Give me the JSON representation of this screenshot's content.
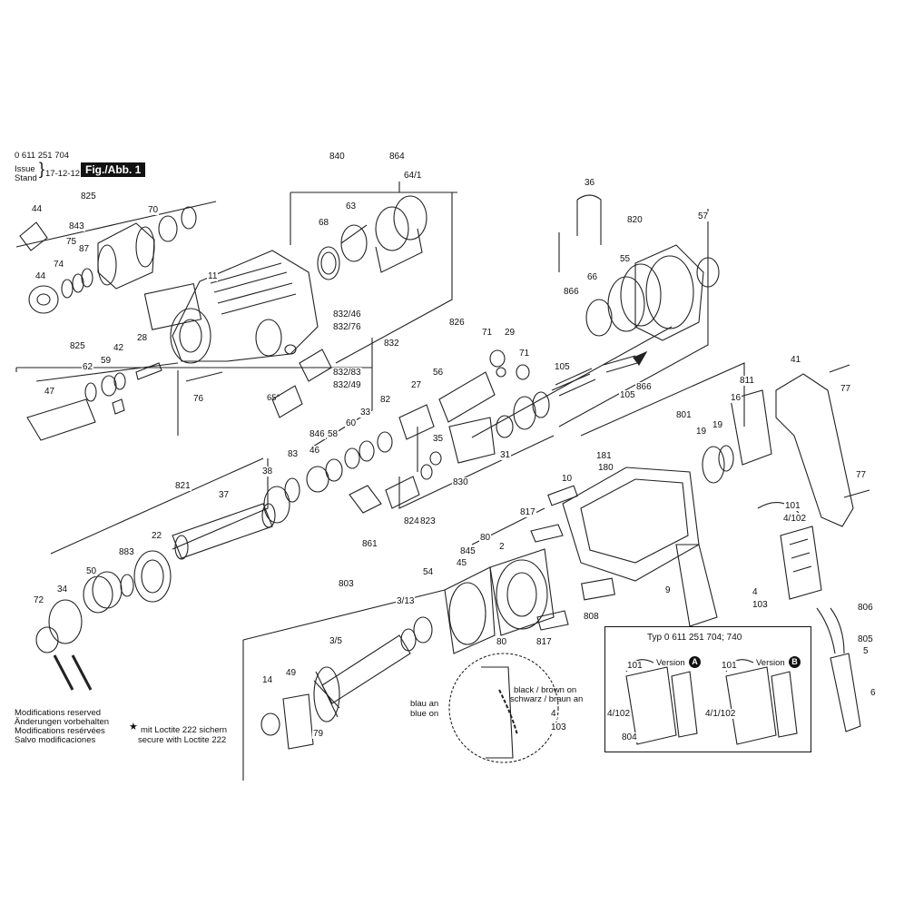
{
  "header": {
    "doc_number": "0 611 251 704",
    "issue_label": "Issue",
    "stand_label": "Stand",
    "issue_date": "17-12-12",
    "fig_label": "Fig./Abb. 1"
  },
  "notes": {
    "modifications": [
      "Modifications reserved",
      "Änderungen vorbehalten",
      "Modifications resérvées",
      "Salvo modificaciones"
    ],
    "loctite_star": "★",
    "loctite_de": "mit Loctite 222 sichern",
    "loctite_en": "secure with Loctite 222"
  },
  "wiring": {
    "blue_de": "blau an",
    "blue_en": "blue on",
    "black_brown_en": "black / brown on",
    "black_brown_de": "schwarz / braun an",
    "angle": "65°"
  },
  "variants": {
    "title": "Typ 0 611 251 704; 740",
    "version_a": "Version",
    "version_a_letter": "A",
    "version_b": "Version",
    "version_b_letter": "B"
  },
  "part_labels": [
    {
      "text": "44"
    },
    {
      "text": "825"
    },
    {
      "text": "843"
    },
    {
      "text": "70"
    },
    {
      "text": "75"
    },
    {
      "text": "87"
    },
    {
      "text": "44"
    },
    {
      "text": "74"
    },
    {
      "text": "840"
    },
    {
      "text": "864"
    },
    {
      "text": "64/1"
    },
    {
      "text": "68"
    },
    {
      "text": "63"
    },
    {
      "text": "11"
    },
    {
      "text": "832/46"
    },
    {
      "text": "832/76"
    },
    {
      "text": "832"
    },
    {
      "text": "832/83"
    },
    {
      "text": "832/49"
    },
    {
      "text": "825"
    },
    {
      "text": "42"
    },
    {
      "text": "28"
    },
    {
      "text": "62"
    },
    {
      "text": "59"
    },
    {
      "text": "47"
    },
    {
      "text": "76"
    },
    {
      "text": "36"
    },
    {
      "text": "820"
    },
    {
      "text": "57"
    },
    {
      "text": "55"
    },
    {
      "text": "66"
    },
    {
      "text": "866"
    },
    {
      "text": "105"
    },
    {
      "text": "105"
    },
    {
      "text": "866"
    },
    {
      "text": "826"
    },
    {
      "text": "71"
    },
    {
      "text": "29"
    },
    {
      "text": "71"
    },
    {
      "text": "27"
    },
    {
      "text": "56"
    },
    {
      "text": "82"
    },
    {
      "text": "33"
    },
    {
      "text": "60"
    },
    {
      "text": "58"
    },
    {
      "text": "846"
    },
    {
      "text": "46"
    },
    {
      "text": "83"
    },
    {
      "text": "38"
    },
    {
      "text": "35"
    },
    {
      "text": "31"
    },
    {
      "text": "830"
    },
    {
      "text": "824"
    },
    {
      "text": "823"
    },
    {
      "text": "861"
    },
    {
      "text": "41"
    },
    {
      "text": "77"
    },
    {
      "text": "811"
    },
    {
      "text": "16"
    },
    {
      "text": "801"
    },
    {
      "text": "19"
    },
    {
      "text": "19"
    },
    {
      "text": "77"
    },
    {
      "text": "181"
    },
    {
      "text": "180"
    },
    {
      "text": "10"
    },
    {
      "text": "101"
    },
    {
      "text": "4/102"
    },
    {
      "text": "103"
    },
    {
      "text": "4"
    },
    {
      "text": "821"
    },
    {
      "text": "37"
    },
    {
      "text": "22"
    },
    {
      "text": "883"
    },
    {
      "text": "50"
    },
    {
      "text": "34"
    },
    {
      "text": "72"
    },
    {
      "text": "817"
    },
    {
      "text": "80"
    },
    {
      "text": "2"
    },
    {
      "text": "845"
    },
    {
      "text": "45"
    },
    {
      "text": "54"
    },
    {
      "text": "80"
    },
    {
      "text": "817"
    },
    {
      "text": "808"
    },
    {
      "text": "9"
    },
    {
      "text": "806"
    },
    {
      "text": "805"
    },
    {
      "text": "5"
    },
    {
      "text": "6"
    },
    {
      "text": "803"
    },
    {
      "text": "3/13"
    },
    {
      "text": "3/5"
    },
    {
      "text": "49"
    },
    {
      "text": "14"
    },
    {
      "text": "79"
    },
    {
      "text": "4"
    },
    {
      "text": "103"
    },
    {
      "text": "101"
    },
    {
      "text": "4/102"
    },
    {
      "text": "804"
    },
    {
      "text": "101"
    },
    {
      "text": "4/1/102"
    }
  ]
}
